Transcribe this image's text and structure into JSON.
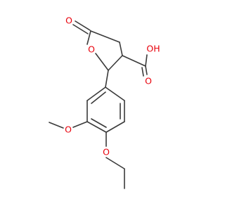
{
  "structure": {
    "oxygen_color": "#e8000b",
    "bond_color": "#3a3a3a",
    "atoms": {
      "ketone_o": "O",
      "ring_o": "O",
      "acid_oh": "OH",
      "acid_o": "O",
      "methoxy_o": "O",
      "ethoxy_o": "O"
    }
  }
}
